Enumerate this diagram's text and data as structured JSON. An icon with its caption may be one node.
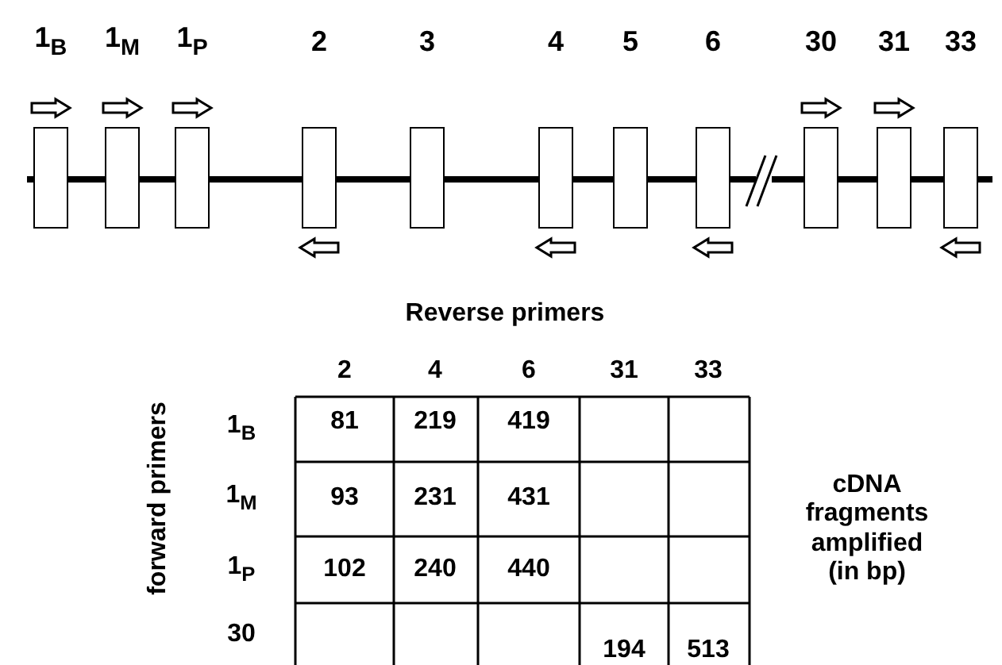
{
  "diagram": {
    "nodes": [
      {
        "text": [
          "1$_{B}$"
        ]
      },
      {
        "text": [
          "1$_{M}$"
        ]
      },
      {
        "text": [
          "1$_{P}$"
        ]
      },
      {
        "text": [
          "2"
        ]
      },
      {
        "text": [
          "3"
        ]
      },
      {
        "text": [
          "4"
        ]
      },
      {
        "text": [
          "5"
        ]
      },
      {
        "text": [
          "6"
        ]
      },
      {
        "text": [
          "30"
        ]
      },
      {
        "text": [
          "31"
        ]
      },
      {
        "text": [
          "33"
        ]
      }
    ],
    "labels": [
      "Reverse primers",
      "forward primers",
      "2",
      "4",
      "6",
      "31",
      "33",
      "1$_{B}$",
      "81",
      "219",
      "419",
      "1$_{M}$",
      "93",
      "231",
      "431",
      "1$_{P}$",
      "102",
      "240",
      "440",
      "30",
      "194",
      "513",
      "cDNA fragments amplified (in bp)"
    ]
  }
}
